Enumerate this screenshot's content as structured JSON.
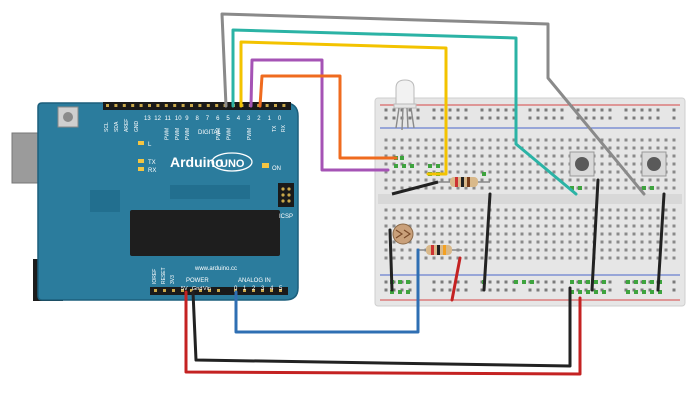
{
  "board": {
    "brand": "Arduino",
    "model": "UNO",
    "url": "www.arduino.cc",
    "digital_label": "DIGITAL",
    "power_label": "POWER",
    "analog_label": "ANALOG IN",
    "icsp_label": "ICSP",
    "on_label": "ON",
    "l_label": "L",
    "tx_label": "TX",
    "rx_label": "RX",
    "pwm_label": "PWM",
    "digital_pins": [
      "13",
      "12",
      "11",
      "10",
      "9",
      "8",
      "7",
      "6",
      "5",
      "4",
      "3",
      "2",
      "1",
      "0"
    ],
    "left_header": [
      "SCL",
      "SDA",
      "AREF",
      "GND"
    ],
    "power_pins": [
      "IOREF",
      "RESET",
      "3V3",
      "5V",
      "Gnd",
      "Vin"
    ],
    "analog_pins": [
      "0",
      "1",
      "2",
      "3",
      "4",
      "5"
    ],
    "tx_rx_pins": [
      "TX",
      "RX"
    ]
  },
  "colors": {
    "board": "#2b7c9d",
    "board_dark": "#1f6785",
    "wire_gray": "#8a8a8a",
    "wire_teal": "#2bb3a5",
    "wire_yellow": "#f3c300",
    "wire_purple": "#a553b5",
    "wire_orange": "#ef6b1f",
    "wire_red": "#c42222",
    "wire_black": "#222222",
    "wire_blue": "#2f6fb3",
    "breadboard": "#e8e8e8",
    "rail_red": "#d64545",
    "rail_blue": "#4b67c9",
    "hole_green": "#3ea33e"
  },
  "components": {
    "rgb_led": "rgb-led",
    "resistor": "resistor",
    "photoresistor": "photoresistor",
    "pushbutton": "pushbutton"
  }
}
